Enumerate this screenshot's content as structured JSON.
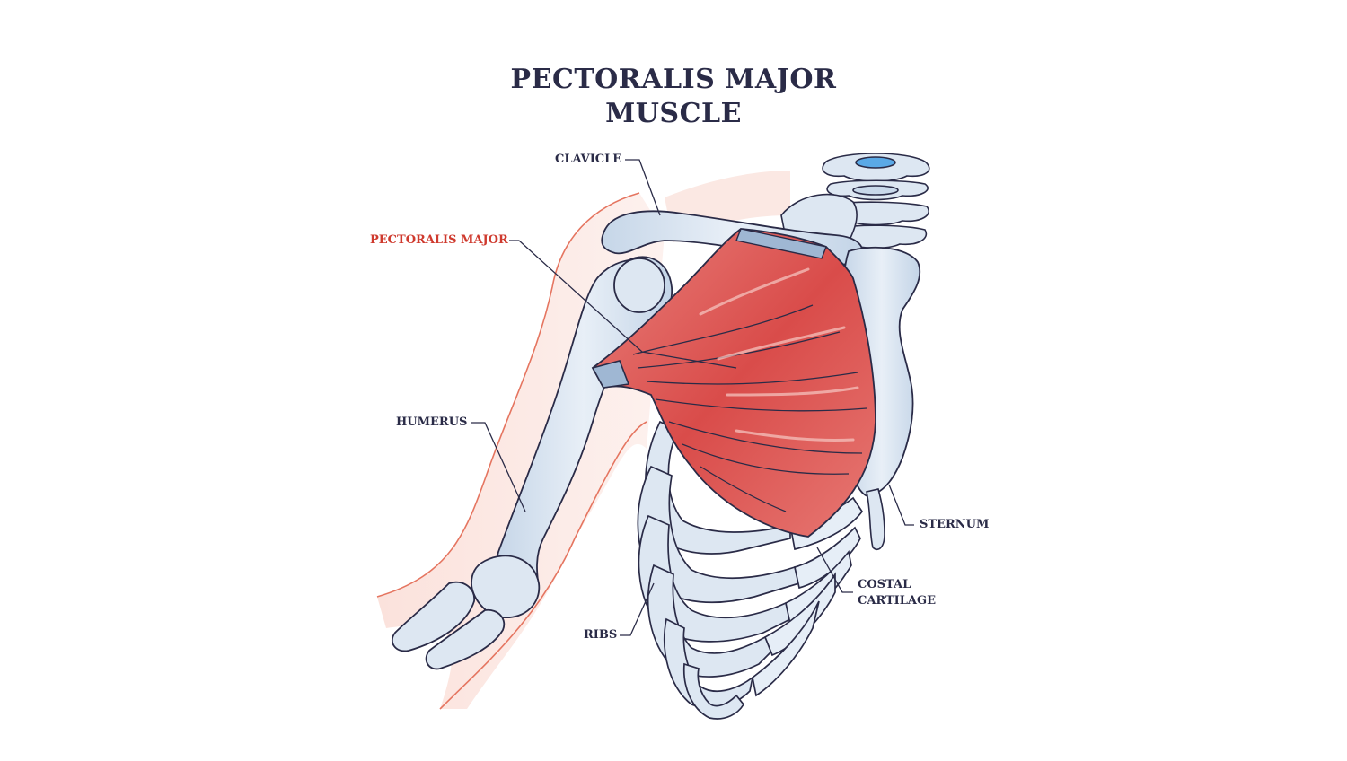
{
  "title": {
    "line1": "PECTORALIS MAJOR",
    "line2": "MUSCLE"
  },
  "labels": {
    "clavicle": "CLAVICLE",
    "pectoralis_major": "PECTORALIS MAJOR",
    "humerus": "HUMERUS",
    "sternum": "STERNUM",
    "costal_cartilage_line1": "COSTAL",
    "costal_cartilage_line2": "CARTILAGE",
    "ribs": "RIBS"
  },
  "colors": {
    "text": "#2a2b47",
    "accent_label": "#cf3a2e",
    "bone_fill": "#dde7f2",
    "bone_shade": "#b8cbe0",
    "outline": "#2a2b47",
    "muscle": "#d9534f",
    "muscle_light": "#f2a6a0",
    "skin": "#fbe3dd",
    "skin_line": "#e57560"
  }
}
